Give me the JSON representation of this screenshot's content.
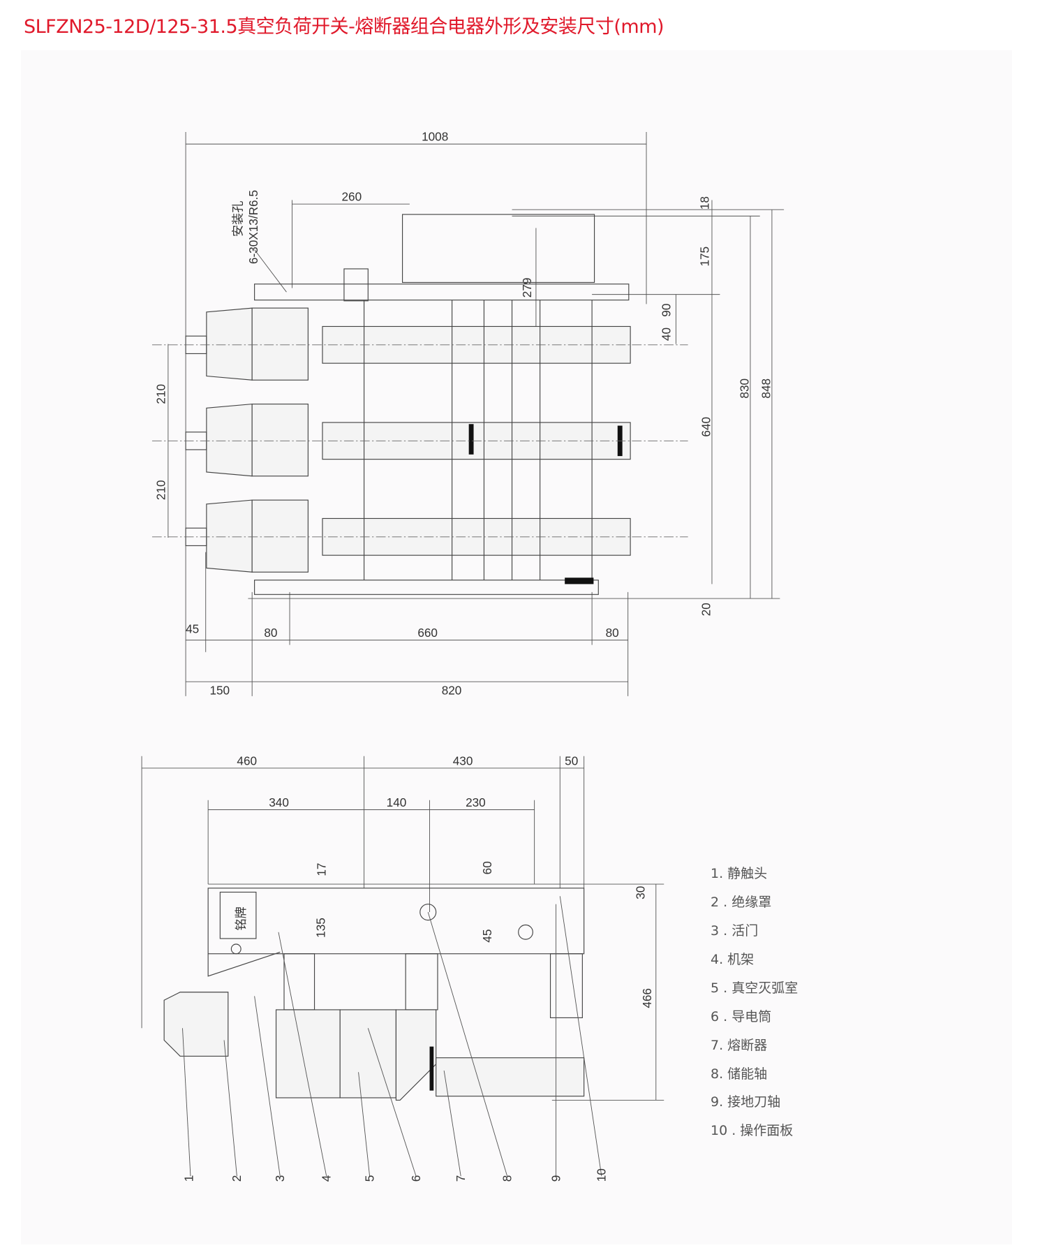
{
  "title": "SLFZN25-12D/125-31.5真空负荷开关-熔断器组合电器外形及安装尺寸(mm)",
  "front_view": {
    "dims": {
      "overall_width": "1008",
      "d260": "260",
      "d18": "18",
      "d175": "175",
      "d279": "279",
      "d90": "90",
      "d40": "40",
      "pitch1": "210",
      "pitch2": "210",
      "d830": "830",
      "d848": "848",
      "d640": "640",
      "d20": "20",
      "d45": "45",
      "d80_left": "80",
      "d660": "660",
      "d80_right": "80",
      "d150": "150",
      "d820": "820"
    },
    "hole_label": "安装孔",
    "hole_spec": "6-30X13/R6.5"
  },
  "side_view": {
    "dims": {
      "d460": "460",
      "d430": "430",
      "d50": "50",
      "d340": "340",
      "d140": "140",
      "d230": "230",
      "d17": "17",
      "d60": "60",
      "d30": "30",
      "d135": "135",
      "d45": "45",
      "d466": "466"
    },
    "nameplate": "铭牌",
    "callouts": [
      "1",
      "2",
      "3",
      "4",
      "5",
      "6",
      "7",
      "8",
      "9",
      "10"
    ]
  },
  "legend": [
    "1. 静触头",
    "2 . 绝缘罩",
    "3 . 活门",
    "4. 机架",
    "5 . 真空灭弧室",
    "6 . 导电筒",
    "7. 熔断器",
    "8. 储能轴",
    "9. 接地刀轴",
    "10 . 操作面板"
  ],
  "colors": {
    "title": "#e0182a",
    "line": "#444444",
    "background": "#fbfafb"
  }
}
